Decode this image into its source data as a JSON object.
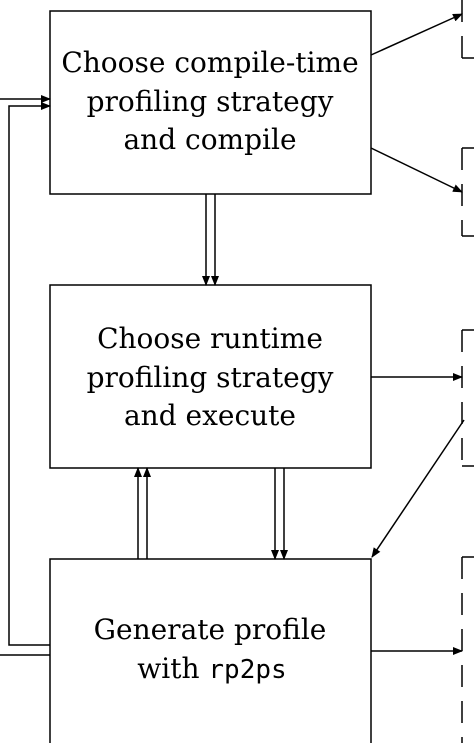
{
  "boxes": {
    "compile": {
      "line1": "Choose compile-time",
      "line2": "profiling strategy",
      "line3": "and compile"
    },
    "runtime": {
      "line1": "Choose runtime",
      "line2": "profiling strategy",
      "line3": "and execute"
    },
    "generate": {
      "line1": "Generate profile",
      "line2_prefix": "with ",
      "line2_code": "rp2ps"
    }
  }
}
